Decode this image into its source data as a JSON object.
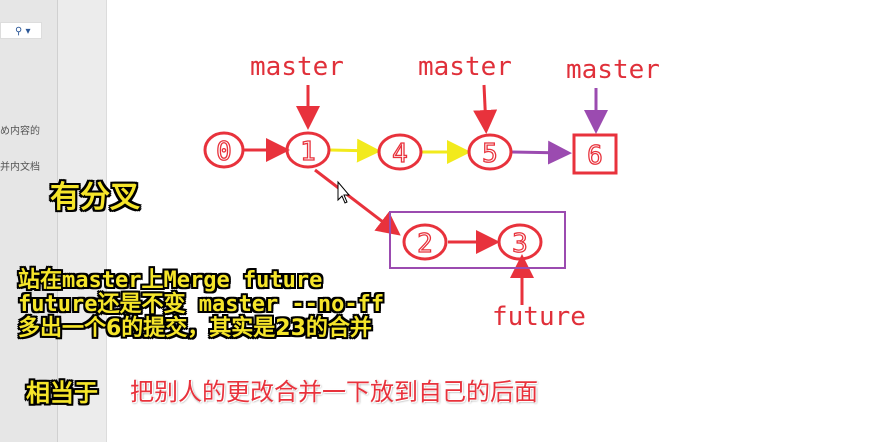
{
  "sidebar": {
    "search_icon": "search-icon",
    "dropdown_icon": "chevron-down-icon",
    "text1": "め内容的",
    "text2": "并内文档"
  },
  "diagram": {
    "nodes": [
      "0",
      "1",
      "4",
      "5",
      "6",
      "2",
      "3"
    ],
    "labels": {
      "master1": "master",
      "master2": "master",
      "master3": "master",
      "future": "future"
    },
    "colors": {
      "red": "#e8323c",
      "yellow": "#f2ea1c",
      "purple": "#9b4bb0"
    }
  },
  "captions": {
    "branch": "有分叉",
    "line1": "站在master上Merge future",
    "line2": "future还是不变 master --no-ff",
    "line3": "多出一个6的提交，其实是23的合并",
    "equiv_label": "相当于",
    "equiv_text": "把别人的更改合并一下放到自己的后面"
  }
}
